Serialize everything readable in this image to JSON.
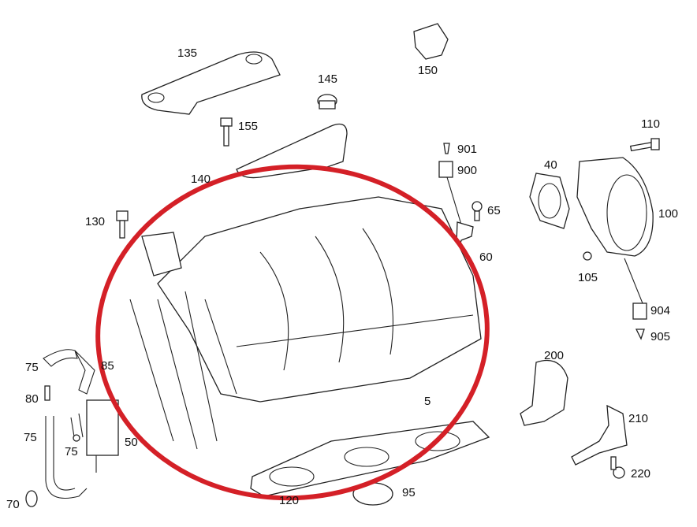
{
  "diagram": {
    "highlight_color": "#d42027",
    "callouts": [
      {
        "id": "p135",
        "label": "135"
      },
      {
        "id": "p145",
        "label": "145"
      },
      {
        "id": "p150",
        "label": "150"
      },
      {
        "id": "p155",
        "label": "155"
      },
      {
        "id": "p110",
        "label": "110"
      },
      {
        "id": "p901",
        "label": "901"
      },
      {
        "id": "p900",
        "label": "900"
      },
      {
        "id": "p40",
        "label": "40"
      },
      {
        "id": "p140",
        "label": "140"
      },
      {
        "id": "p65",
        "label": "65"
      },
      {
        "id": "p100",
        "label": "100"
      },
      {
        "id": "p130",
        "label": "130"
      },
      {
        "id": "p60",
        "label": "60"
      },
      {
        "id": "p105",
        "label": "105"
      },
      {
        "id": "p904",
        "label": "904"
      },
      {
        "id": "p905",
        "label": "905"
      },
      {
        "id": "p75a",
        "label": "75"
      },
      {
        "id": "p85",
        "label": "85"
      },
      {
        "id": "p200",
        "label": "200"
      },
      {
        "id": "p80",
        "label": "80"
      },
      {
        "id": "p5",
        "label": "5"
      },
      {
        "id": "p210",
        "label": "210"
      },
      {
        "id": "p75b",
        "label": "75"
      },
      {
        "id": "p50",
        "label": "50"
      },
      {
        "id": "p75c",
        "label": "75"
      },
      {
        "id": "p220",
        "label": "220"
      },
      {
        "id": "p70",
        "label": "70"
      },
      {
        "id": "p120",
        "label": "120"
      },
      {
        "id": "p95",
        "label": "95"
      }
    ]
  }
}
